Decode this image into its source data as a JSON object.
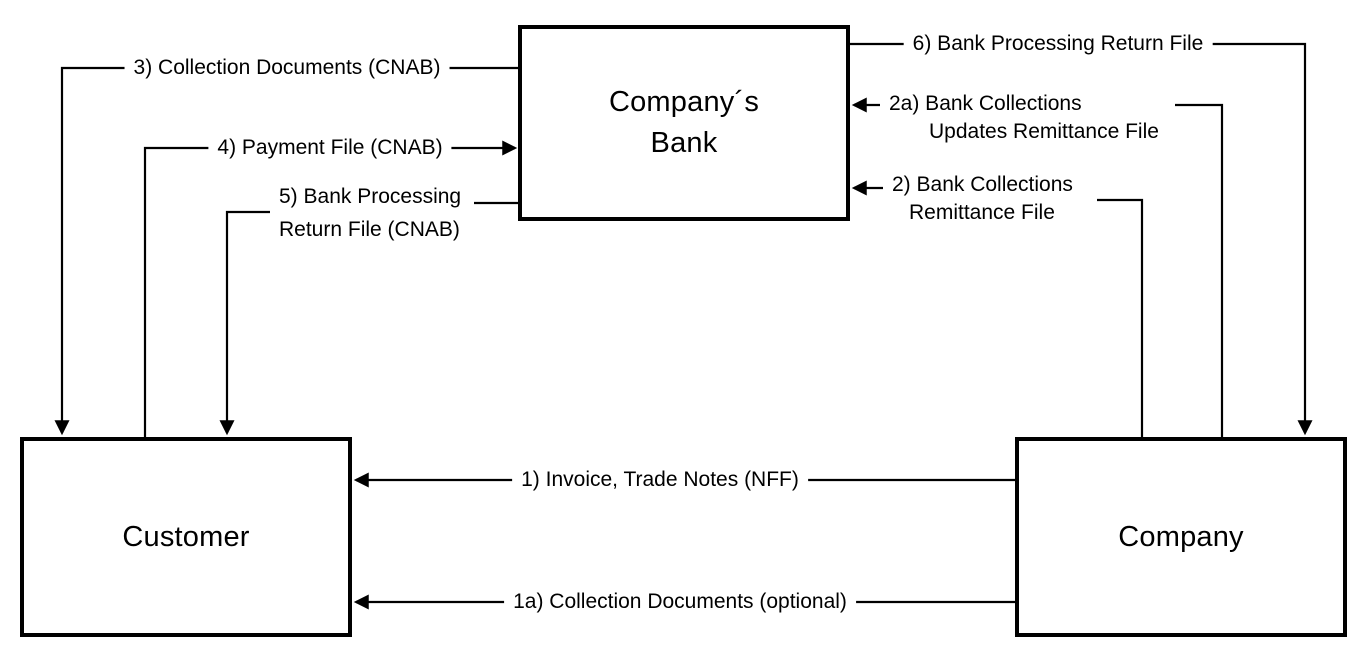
{
  "title": "Bank collection process diagram",
  "colors": {
    "line": "#000000",
    "background": "#ffffff",
    "text": "#000000"
  },
  "nodes": {
    "bank": {
      "line1": "Company´s",
      "line2": "Bank"
    },
    "customer": {
      "label": "Customer"
    },
    "company": {
      "label": "Company"
    }
  },
  "flows": {
    "f3": {
      "line1": "3) Collection Documents (CNAB)",
      "from": "bank",
      "to": "customer"
    },
    "f4": {
      "line1": "4) Payment File (CNAB)",
      "from": "customer",
      "to": "bank"
    },
    "f5": {
      "line1": "5) Bank Processing",
      "line2": "Return File (CNAB)",
      "from": "bank",
      "to": "customer"
    },
    "f6": {
      "line1": "6) Bank Processing Return File",
      "from": "bank",
      "to": "company"
    },
    "f2a": {
      "line1": "2a) Bank Collections",
      "line2": "Updates Remittance File",
      "from": "company",
      "to": "bank"
    },
    "f2": {
      "line1": "2) Bank Collections",
      "line2": "Remittance File",
      "from": "company",
      "to": "bank"
    },
    "f1": {
      "line1": "1) Invoice, Trade Notes (NFF)",
      "from": "company",
      "to": "customer"
    },
    "f1a": {
      "line1": "1a) Collection Documents (optional)",
      "from": "company",
      "to": "customer"
    }
  }
}
